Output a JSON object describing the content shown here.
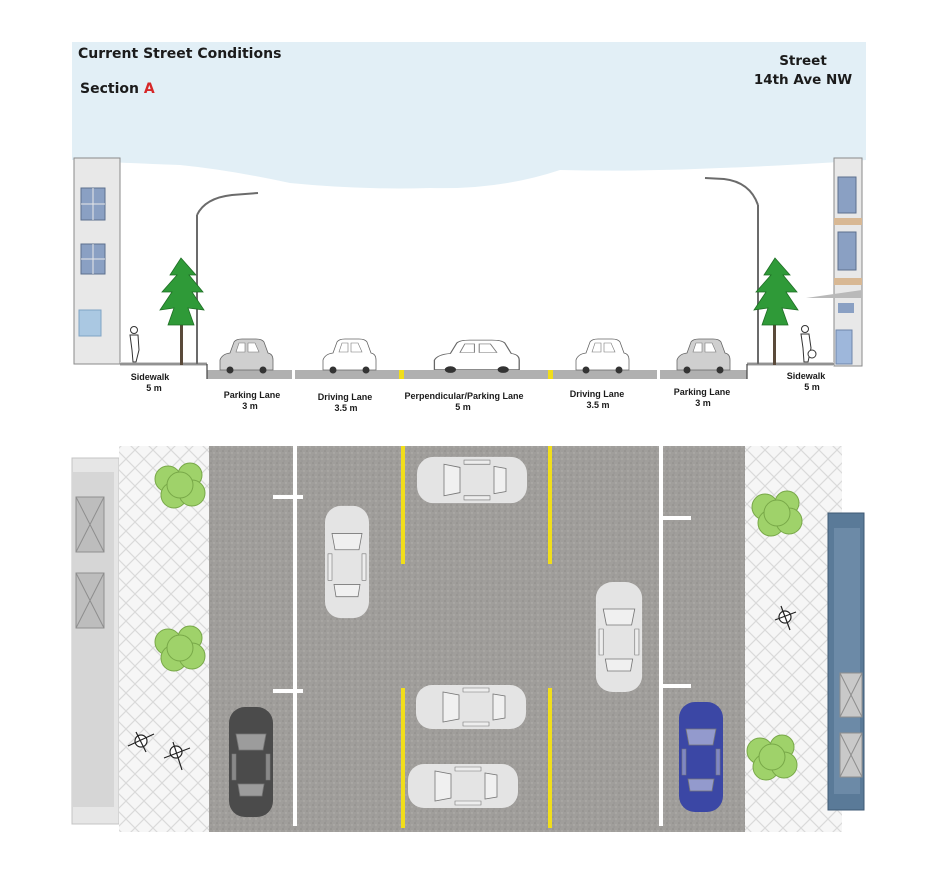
{
  "header": {
    "title": "Current Street Conditions",
    "section_prefix": "Section",
    "section_letter": "A",
    "street_label": "Street",
    "street_name": "14th  Ave NW"
  },
  "lanes": [
    {
      "name": "Sidewalk",
      "width": "5 m"
    },
    {
      "name": "Parking Lane",
      "width": "3 m"
    },
    {
      "name": "Driving Lane",
      "width": "3.5 m"
    },
    {
      "name": "Perpendicular/Parking Lane",
      "width": "5 m"
    },
    {
      "name": "Driving Lane",
      "width": "3.5 m"
    },
    {
      "name": "Parking Lane",
      "width": "3 m"
    },
    {
      "name": "Sidewalk",
      "width": "5 m"
    }
  ],
  "colors": {
    "sky": "#e3f0f7",
    "asphalt": "#a19f9c",
    "lane_yellow": "#f1de1a",
    "tree_green": "#2f9a38",
    "shrub_green": "#9fd26a",
    "blue_car": "#3b47a5",
    "dark_car": "#4b4b4b",
    "building_blue": "#5a7a98",
    "accent_red": "#d62728"
  }
}
